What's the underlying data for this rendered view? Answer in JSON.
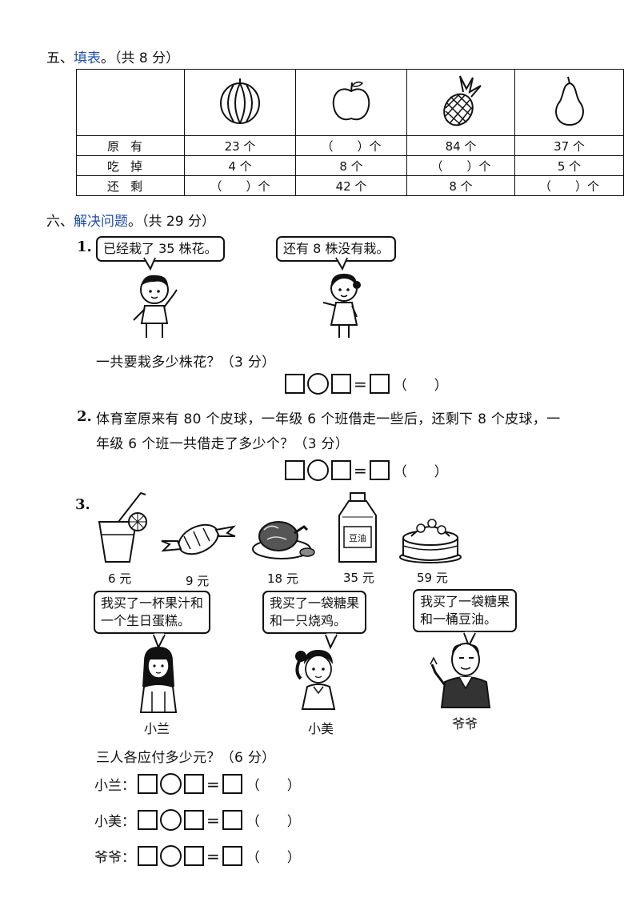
{
  "section5": {
    "number": "五、",
    "title": "填表",
    "points": "。（共 8 分）",
    "table": {
      "rows": [
        {
          "label": "原有",
          "cells": [
            "23 个",
            "（　　）个",
            "84 个",
            "37 个"
          ]
        },
        {
          "label": "吃掉",
          "cells": [
            "4 个",
            "8 个",
            "（　　）个",
            "5 个"
          ]
        },
        {
          "label": "还剩",
          "cells": [
            "（　　）个",
            "42 个",
            "8 个",
            "（　　）个"
          ]
        }
      ],
      "fruit_icons": [
        "watermelon-icon",
        "apple-icon",
        "pineapple-icon",
        "pear-icon"
      ]
    }
  },
  "section6": {
    "number": "六、",
    "title": "解决问题",
    "points": "。（共 29 分）",
    "q1": {
      "number": "1.",
      "boy_says": "已经栽了 35 株花。",
      "girl_says": "还有 8 株没有栽。",
      "question": "一共要栽多少株花？（3 分）",
      "answer_paren": "（　　）"
    },
    "q2": {
      "number": "2.",
      "line1": "体育室原来有 80 个皮球，一年级 6 个班借走一些后，还剩下 8 个皮球，一",
      "line2": "年级 6 个班一共借走了多少个？（3 分）",
      "answer_paren": "（　　）"
    },
    "q3": {
      "number": "3.",
      "items": [
        {
          "icon": "juice-glass-icon",
          "price": "6 元"
        },
        {
          "icon": "candy-icon",
          "price": "9 元"
        },
        {
          "icon": "roast-chicken-icon",
          "price": "18 元"
        },
        {
          "icon": "soy-sauce-bottle-icon",
          "price": "35 元",
          "bottle_label": "豆油"
        },
        {
          "icon": "birthday-cake-icon",
          "price": "59 元"
        }
      ],
      "people": [
        {
          "name": "小兰",
          "line1": "我买了一杯果汁和",
          "line2": "一个生日蛋糕。"
        },
        {
          "name": "小美",
          "line1": "我买了一袋糖果",
          "line2": "和一只烧鸡。"
        },
        {
          "name": "爷爷",
          "line1": "我买了一袋糖果",
          "line2": "和一桶豆油。"
        }
      ],
      "question": "三人各应付多少元？（6 分）",
      "answer_rows": [
        {
          "label": "小兰：",
          "paren": "（　　）"
        },
        {
          "label": "小美：",
          "paren": "（　　）"
        },
        {
          "label": "爷爷：",
          "paren": "（　　）"
        }
      ]
    }
  }
}
